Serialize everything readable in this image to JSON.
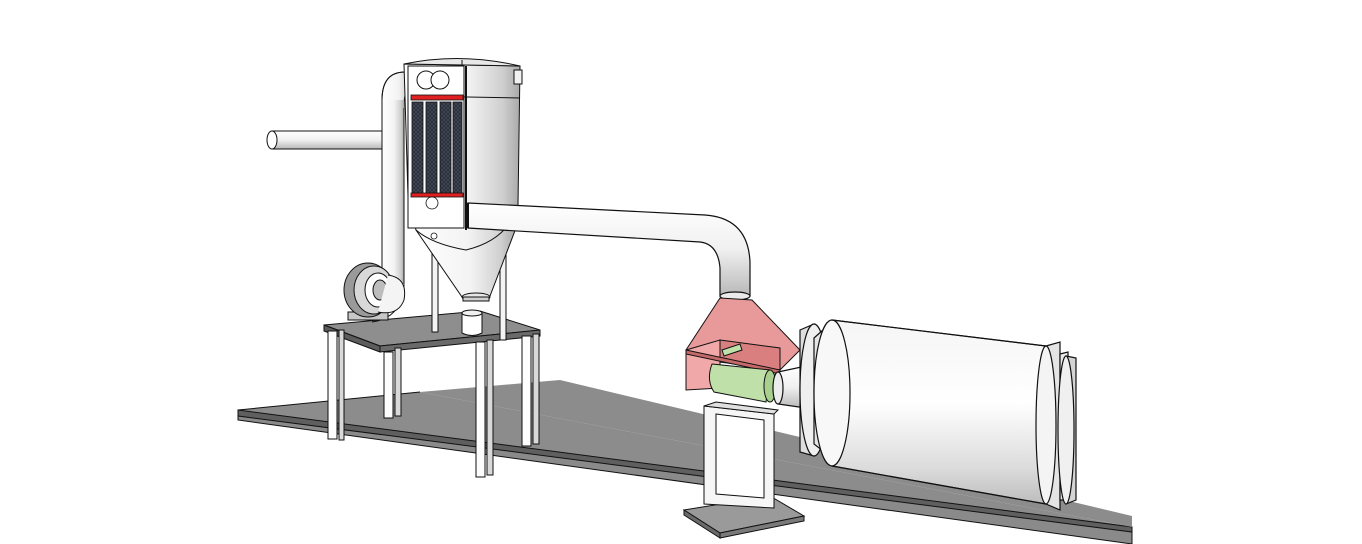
{
  "diagram": {
    "components": [
      {
        "id": "base-platform",
        "label": ""
      },
      {
        "id": "fan-stand",
        "label": ""
      },
      {
        "id": "blower-fan",
        "label": ""
      },
      {
        "id": "baghouse-collector",
        "label": ""
      },
      {
        "id": "filter-bags",
        "label": ""
      },
      {
        "id": "hopper",
        "label": ""
      },
      {
        "id": "collection-cup",
        "label": ""
      },
      {
        "id": "duct-pipe",
        "label": ""
      },
      {
        "id": "exhaust-pipe",
        "label": ""
      },
      {
        "id": "capture-hood",
        "label": ""
      },
      {
        "id": "sample-part",
        "label": ""
      },
      {
        "id": "pedestal",
        "label": ""
      },
      {
        "id": "drum-machine",
        "label": ""
      }
    ]
  },
  "colors": {
    "platform": "#8a8a8a",
    "platformEdge": "#6e6e6e",
    "hood": "#e89a9a",
    "filterDark": "#2a2f3a",
    "filterRed": "#e02020",
    "part": "#bfe0a8",
    "metal": "#f2f2f2",
    "outline": "#111111"
  }
}
